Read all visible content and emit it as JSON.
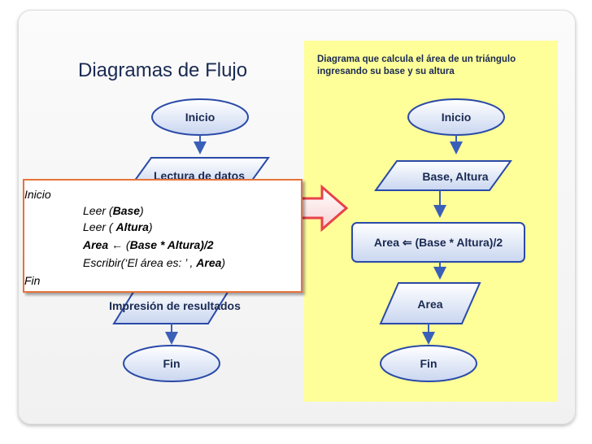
{
  "slide": {
    "title": "Diagramas de Flujo",
    "panel_caption": "Diagrama que calcula el área de un triángulo  ingresando su base y su altura"
  },
  "left_flow": {
    "start": "Inicio",
    "input": "Lectura de datos",
    "output": "Impresión de resultados",
    "end": "Fin"
  },
  "right_flow": {
    "start": "Inicio",
    "input": "Base, Altura",
    "process": "Area  (Base * Altura)/2",
    "output": "Area",
    "end": "Fin"
  },
  "pseudocode": {
    "begin": "Inicio",
    "line1_kw": "Leer (",
    "line1_var": "Base",
    "line1_end": ")",
    "line2_kw": "Leer ( ",
    "line2_var": "Altura",
    "line2_end": ")",
    "line3_lhs": "Area",
    "line3_arrow": "←",
    "line3_rhs_open": " (",
    "line3_base": "Base",
    "line3_mid": " * ",
    "line3_alt": "Altura",
    "line3_rhs_close": ")/2",
    "line4_kw": "Escribir(‘El área es: ’ , ",
    "line4_var": "Area",
    "line4_end": ")",
    "end": "Fin"
  },
  "colors": {
    "shape_fill": "#dde5f5",
    "shape_stroke": "#2a4aa8",
    "connector": "#3a5fb8",
    "panel": "#ffff99",
    "callout_arrow": "#e8414a",
    "pseudo_border": "#e8733a"
  },
  "icons": {
    "process_arrow": "left-arrow-glyph",
    "callout": "right-block-arrow"
  }
}
